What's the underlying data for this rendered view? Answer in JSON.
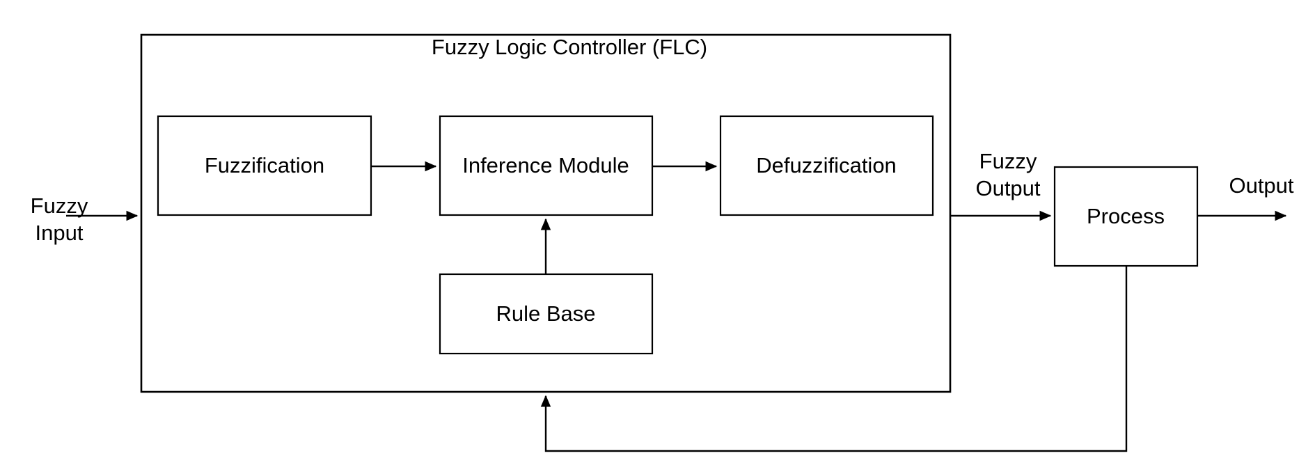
{
  "diagram": {
    "title": "Fuzzy Logic Controller (FLC) block diagram",
    "colors": {
      "background": "#ffffff",
      "stroke": "#000000",
      "fill": "#ffffff",
      "text": "#000000"
    },
    "container": {
      "label": "Fuzzy Logic Controller (FLC)"
    },
    "nodes": [
      {
        "id": "fuzzification",
        "label": "Fuzzification"
      },
      {
        "id": "inference-module",
        "label": "Inference Module"
      },
      {
        "id": "defuzzification",
        "label": "Defuzzification"
      },
      {
        "id": "rule-base",
        "label": "Rule Base"
      },
      {
        "id": "process",
        "label": "Process"
      }
    ],
    "edge_labels": [
      {
        "id": "fuzzy-input",
        "line1": "Fuzzy",
        "line2": "Input"
      },
      {
        "id": "fuzzy-output",
        "line1": "Fuzzy",
        "line2": "Output"
      },
      {
        "id": "output",
        "line1": "Output",
        "line2": ""
      }
    ],
    "edges": [
      {
        "from": "fuzzy-input",
        "to": "fuzzification",
        "label": "Fuzzy Input"
      },
      {
        "from": "fuzzification",
        "to": "inference-module",
        "label": ""
      },
      {
        "from": "inference-module",
        "to": "defuzzification",
        "label": ""
      },
      {
        "from": "rule-base",
        "to": "inference-module",
        "label": ""
      },
      {
        "from": "defuzzification",
        "to": "process",
        "label": "Fuzzy Output"
      },
      {
        "from": "process",
        "to": "output",
        "label": "Output"
      },
      {
        "from": "process",
        "to": "fuzzy-logic-controller",
        "label": ""
      }
    ]
  }
}
